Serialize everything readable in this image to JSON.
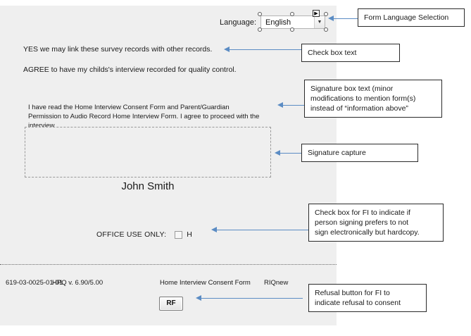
{
  "form": {
    "language_row": {
      "label": "Language:",
      "selected_value": "English",
      "dropdown_icon": "chevron-down-icon"
    },
    "checkbox_texts": [
      "YES we may link these survey records with other records.",
      "AGREE to have my childs's interview recorded for quality control."
    ],
    "consent_text": "I have read the Home Interview Consent Form and Parent/Guardian Permission to Audio Record Home Interview Form.  I agree to proceed with the interview.",
    "signature_name": "John Smith",
    "office_use": {
      "label": "OFFICE USE ONLY:",
      "checkbox_checked": false,
      "suffix": "H"
    },
    "footer": {
      "form_id": "619-03-0025-01-01",
      "version": "HPQ v. 6.90/5.00",
      "form_name": "Home Interview Consent Form",
      "tag": "RIQnew"
    },
    "refusal_button_label": "RF"
  },
  "annotations": [
    {
      "id": "language-annotation",
      "lines": [
        "Form Language Selection"
      ]
    },
    {
      "id": "checkbox-annotation",
      "lines": [
        "Check box text"
      ]
    },
    {
      "id": "signature-text-annotation",
      "lines": [
        "Signature box text (minor",
        "modifications to mention form(s)",
        "instead of “information above”"
      ]
    },
    {
      "id": "signature-capture-annotation",
      "lines": [
        "Signature capture"
      ]
    },
    {
      "id": "office-checkbox-annotation",
      "lines": [
        "Check box for FI to indicate if",
        "person signing prefers to not",
        "sign electronically but hardcopy."
      ]
    },
    {
      "id": "refusal-annotation",
      "lines": [
        "Refusal button for FI to",
        "indicate refusal to consent"
      ]
    }
  ],
  "colors": {
    "panel_background": "#efefef",
    "page_background": "#ffffff",
    "arrow": "#5b8cc4",
    "callout_border": "#2a2a2a",
    "text": "#1a1a1a"
  }
}
